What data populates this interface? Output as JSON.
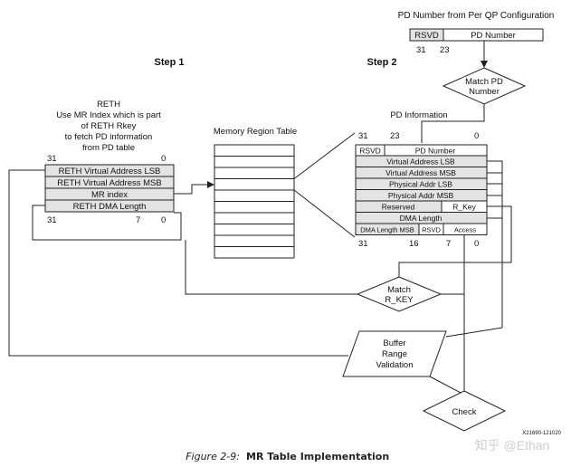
{
  "pd_config": {
    "title": "PD Number from Per QP Configuration",
    "fields": [
      "RSVD",
      "PD Number"
    ],
    "bits": [
      "31",
      "23"
    ]
  },
  "match_pd": {
    "line1": "Match PD",
    "line2": "Number"
  },
  "step1": "Step 1",
  "step2": "Step 2",
  "reth_note": {
    "lines": [
      "RETH",
      "Use MR Index which is part",
      "of RETH Rkey",
      "to fetch PD information",
      "from PD table"
    ]
  },
  "reth_table": {
    "top_bits": [
      "31",
      "0"
    ],
    "rows": [
      "RETH Virtual Address LSB",
      "RETH Virtual Address MSB",
      "MR index",
      "RETH DMA Length"
    ],
    "bottom_bits": [
      "31",
      "7",
      "0"
    ]
  },
  "memory_region_table": {
    "label": "Memory Region Table"
  },
  "pd_info": {
    "title": "PD Information",
    "top_bits": [
      "31",
      "23",
      "0"
    ],
    "row1": [
      "RSVD",
      "PD Number"
    ],
    "rows": [
      "Virtual Address LSB",
      "Virtual Address MSB",
      "Physical Addr LSB",
      "Physical Addr MSB"
    ],
    "reserved_row": [
      "Reserved",
      "R_Key"
    ],
    "dma_row": "DMA Length",
    "last_row": [
      "DMA Length MSB",
      "RSVD",
      "Access"
    ],
    "bottom_bits": [
      "31",
      "16",
      "7",
      "0"
    ]
  },
  "match_rkey": {
    "line1": "Match",
    "line2": "R_KEY"
  },
  "buffer_validation": {
    "lines": [
      "Buffer",
      "Range",
      "Validation"
    ]
  },
  "check": "Check",
  "figure_id": "X21690-121020",
  "watermark": "知乎 @Ethan",
  "caption": {
    "figure": "Figure 2-9:",
    "title": "MR Table Implementation"
  }
}
